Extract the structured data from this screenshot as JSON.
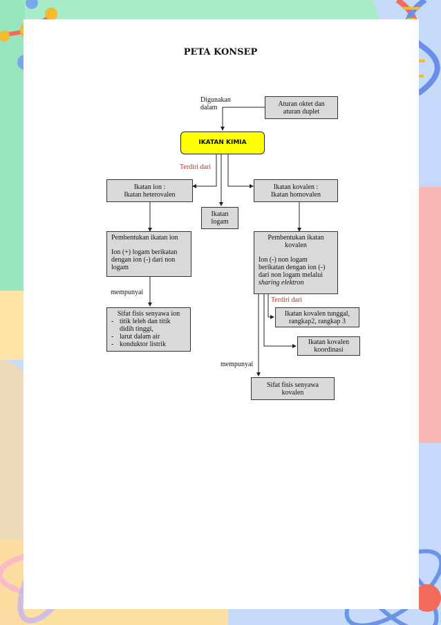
{
  "title": "PETA KONSEP",
  "colors": {
    "box_fill": "#d9d9d9",
    "main_fill": "#ffff00",
    "red_label": "#e0201c"
  },
  "labels": {
    "digunakan_dalam": [
      "Digunakan",
      "dalam"
    ],
    "terdiri_dari_1": "Terdiri dari",
    "terdiri_dari_2": "Terdiri dari",
    "mempunyai_1": "mempunyai",
    "mempunyai_2": "mempunyai"
  },
  "nodes": {
    "aturan": [
      "Aturan oktet dan",
      "aturan duplet"
    ],
    "ikatan_kimia": "IKATAN KIMIA",
    "ikatan_ion": [
      "Ikatan ion :",
      "Ikatan heterovalen"
    ],
    "ikatan_kovalen": [
      "Ikatan kovalen :",
      "Ikatan homovalen"
    ],
    "ikatan_logam": [
      "Ikatan",
      "logam"
    ],
    "pembentukan_ion": {
      "heading": "Pembentukan ikatan ion",
      "body": "Ion (+) logam berikatan dengan ion (-) dari non logam"
    },
    "pembentukan_kovalen": {
      "heading": "Pembentukan ikatan kovalen",
      "body": "Ion (-) non logam berikatan dengan ion (-) dari non logam melalui",
      "italic": "sharing elektron"
    },
    "sifat_ion": {
      "heading": "Sifat fisis senyawa ion",
      "items": [
        "titik leleh dan titik didih tinggi,",
        "larut dalam air",
        "konduktor listrik"
      ]
    },
    "kovalen_tunggal": [
      "Ikatan kovalen tunggal,",
      "rangkap2, rangkap 3"
    ],
    "kovalen_koordinasi": [
      "Ikatan kovalen",
      "koordinasi"
    ],
    "sifat_kovalen": [
      "Sifat fisis senyawa",
      "kovalen"
    ]
  }
}
